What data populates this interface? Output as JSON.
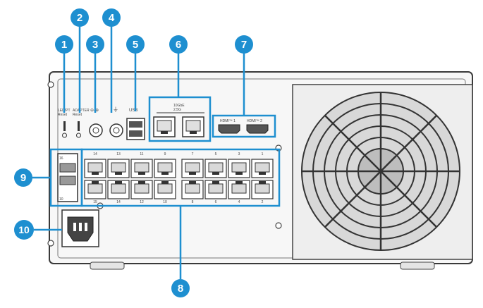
{
  "callouts": {
    "c1": "1",
    "c2": "2",
    "c3": "3",
    "c4": "4",
    "c5": "5",
    "c6": "6",
    "c7": "7",
    "c8": "8",
    "c9": "9",
    "c10": "10"
  },
  "port_labels": {
    "led1": "LED/PT\nReset",
    "led2": "ADAPTER\nReset",
    "usb": "USB",
    "rj_group": "10GbE\n2.5G",
    "hdmi1": "HDMI™ 1",
    "hdmi2": "HDMI™ 2",
    "sfp_top": "16",
    "sfp_bottom": "10"
  },
  "switch_numbers_top": [
    "14",
    "13",
    "11",
    "9",
    "7",
    "5",
    "3",
    "1"
  ],
  "switch_numbers_bottom": [
    "15",
    "14",
    "12",
    "10",
    "8",
    "6",
    "4",
    "2"
  ],
  "colors": {
    "accent": "#1e8fd0",
    "chassis": "#f6f6f6",
    "outline": "#3a3a3a",
    "port": "#d9d9d9"
  }
}
